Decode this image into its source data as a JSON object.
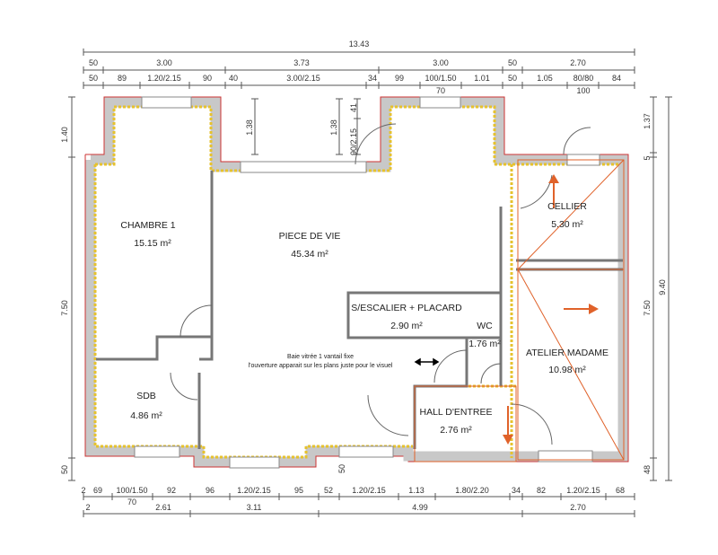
{
  "rooms": [
    {
      "name": "CHAMBRE 1",
      "area": "15.15 m²"
    },
    {
      "name": "PIECE DE VIE",
      "area": "45.34 m²"
    },
    {
      "name": "S/ESCALIER + PLACARD",
      "area": "2.90 m²"
    },
    {
      "name": "WC",
      "area": "1.76 m²"
    },
    {
      "name": "CELLIER",
      "area": "5.30 m²"
    },
    {
      "name": "ATELIER MADAME",
      "area": "10.98 m²"
    },
    {
      "name": "SDB",
      "area": "4.86 m²"
    },
    {
      "name": "HALL D'ENTREE",
      "area": "2.76 m²"
    }
  ],
  "note": {
    "line1": "Baie vitrée 1 vantail fixe",
    "line2": "l'ouverture apparait sur les plans juste pour le visuel"
  },
  "top_dims": {
    "total": "13.43",
    "row2": [
      "50",
      "3.00",
      "3.73",
      "3.00",
      "50",
      "2.70"
    ],
    "row3": [
      "50",
      "89",
      "1.20/2.15",
      "90",
      "40",
      "3.00/2.15",
      "34",
      "99",
      "100/1.50",
      "1.01",
      "50",
      "1.05",
      "80/80",
      "84"
    ],
    "row3_sub": [
      "70",
      "100"
    ]
  },
  "bottom_dims": {
    "row1": [
      "2",
      "69",
      "100/1.50",
      "92",
      "96",
      "1.20/2.15",
      "95",
      "52",
      "1.20/2.15",
      "1.13",
      "1.80/2.20",
      "34",
      "82",
      "1.20/2.15",
      "68"
    ],
    "row1_sub": "70",
    "row2": [
      "2",
      "2.61",
      "3.11",
      "4.99",
      "2.70"
    ]
  },
  "left_dims": [
    "1.40",
    "7.50",
    "50"
  ],
  "right_dims": [
    "1.37",
    "5",
    "7.50",
    "48",
    "9.40"
  ],
  "interior_dims": [
    "1.38",
    "1.38",
    "41",
    "90/2.15",
    "50"
  ],
  "colors": {
    "wall": "#c8c8c8",
    "insulation": "#e6c22e",
    "outline": "#cc3333",
    "annex": "#e0622a"
  }
}
